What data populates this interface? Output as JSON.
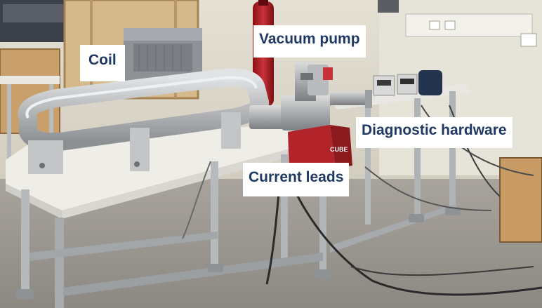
{
  "labels": {
    "coil": "Coil",
    "vacuum_pump": "Vacuum pump",
    "diagnostic_hardware": "Diagnostic hardware",
    "current_leads": "Current leads"
  },
  "equipment_text": {
    "cryocooler_brand": "CUBE"
  },
  "colors": {
    "label_text": "#1f3864",
    "label_background": "#ffffff",
    "floor": "#9a9690",
    "wall": "#d8d3c4",
    "table_top": "#ecebe6",
    "coil_metal": "#b9bbbd",
    "red_unit": "#b3242a"
  }
}
